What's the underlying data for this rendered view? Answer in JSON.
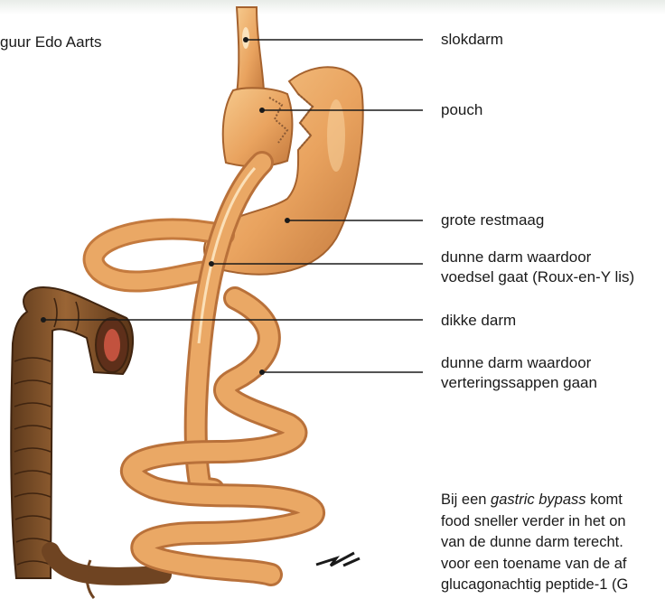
{
  "credit": "guur Edo Aarts",
  "labels": {
    "esophagus": "slokdarm",
    "pouch": "pouch",
    "remnant_stomach": "grote restmaag",
    "roux_limb_line1": "dunne darm waardoor",
    "roux_limb_line2": "voedsel gaat (Roux-en-Y lis)",
    "large_intestine": "dikke darm",
    "bp_limb_line1": "dunne darm waardoor",
    "bp_limb_line2": "verteringssappen gaan"
  },
  "caption": {
    "l1_pre": "Bij een ",
    "l1_em": "gastric bypass",
    "l1_post": " komt",
    "l2": "food sneller verder in het on",
    "l3": "van de dunne darm terecht.",
    "l4": "voor een toename van de af",
    "l5": "glucagonachtig peptide-1 (G"
  },
  "colors": {
    "organ_fill": "#e9a35f",
    "organ_light": "#f7cf95",
    "organ_dark": "#b9713a",
    "colon_fill": "#86562e",
    "colon_dark": "#4a2b14",
    "leader_line": "#1a1a1a"
  }
}
